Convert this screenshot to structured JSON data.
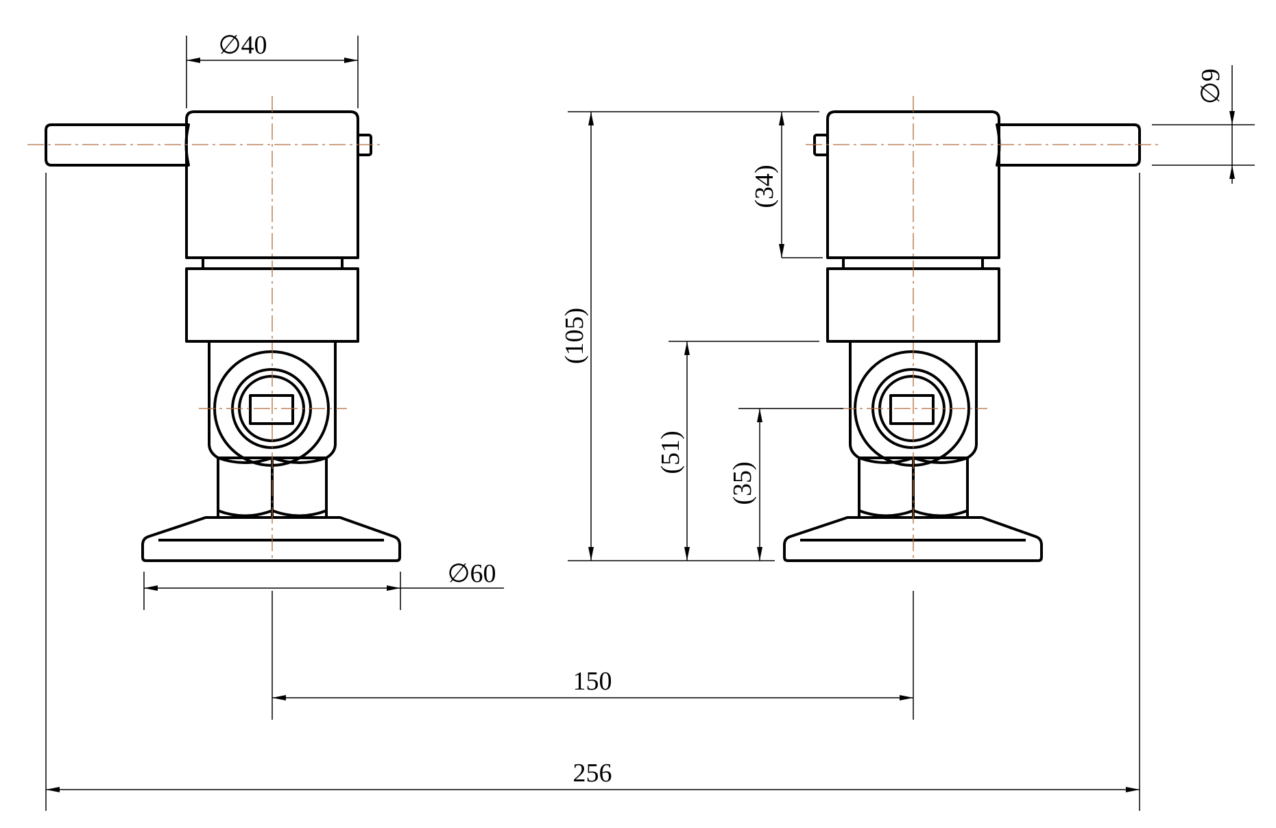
{
  "dimensions": {
    "width_top": "∅40",
    "base_diameter": "∅60",
    "lever_diameter": "∅9",
    "overall_height": "(105)",
    "handle_height": "(34)",
    "outlet_height": "(51)",
    "inlet_height": "(35)",
    "center_distance": "150",
    "overall_width": "256"
  },
  "colors": {
    "line": "#000000",
    "centerline": "#b06a3a",
    "background": "#ffffff"
  }
}
